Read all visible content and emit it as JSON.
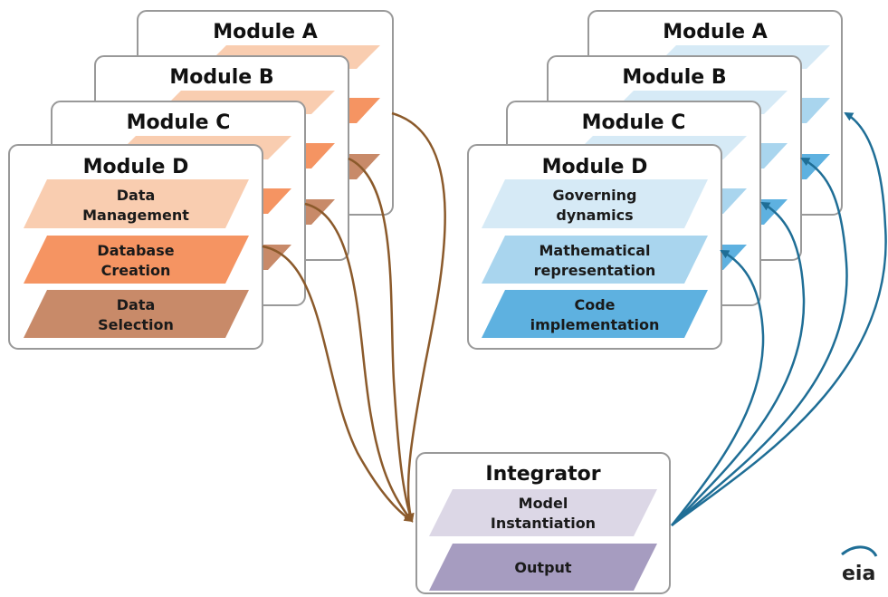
{
  "colors": {
    "orange_light": "#f9cdb0",
    "orange_mid": "#f59462",
    "orange_dark": "#c88a69",
    "blue_light": "#d6eaf6",
    "blue_mid": "#a9d5ee",
    "blue_dark": "#5eb1e0",
    "purple_light": "#dcd7e6",
    "purple_dark": "#a69cc0",
    "brown_arrow": "#8b5a2b",
    "blue_arrow": "#1f6e96"
  },
  "left_stack": {
    "modules": [
      {
        "title": "Module A"
      },
      {
        "title": "Module B"
      },
      {
        "title": "Module C"
      },
      {
        "title": "Module D"
      }
    ],
    "front_steps": [
      {
        "lines": [
          "Data",
          "Management"
        ]
      },
      {
        "lines": [
          "Database",
          "Creation"
        ]
      },
      {
        "lines": [
          "Data",
          "Selection"
        ]
      }
    ]
  },
  "right_stack": {
    "modules": [
      {
        "title": "Module A"
      },
      {
        "title": "Module B"
      },
      {
        "title": "Module C"
      },
      {
        "title": "Module D"
      }
    ],
    "front_steps": [
      {
        "lines": [
          "Governing",
          "dynamics"
        ]
      },
      {
        "lines": [
          "Mathematical",
          "representation"
        ]
      },
      {
        "lines": [
          "Code",
          "implementation"
        ]
      }
    ]
  },
  "integrator": {
    "title": "Integrator",
    "steps": [
      {
        "lines": [
          "Model",
          "Instantiation"
        ]
      },
      {
        "lines": [
          "Output"
        ]
      }
    ]
  },
  "logo": {
    "text": "eia",
    "icon": "eia-logo-icon"
  }
}
